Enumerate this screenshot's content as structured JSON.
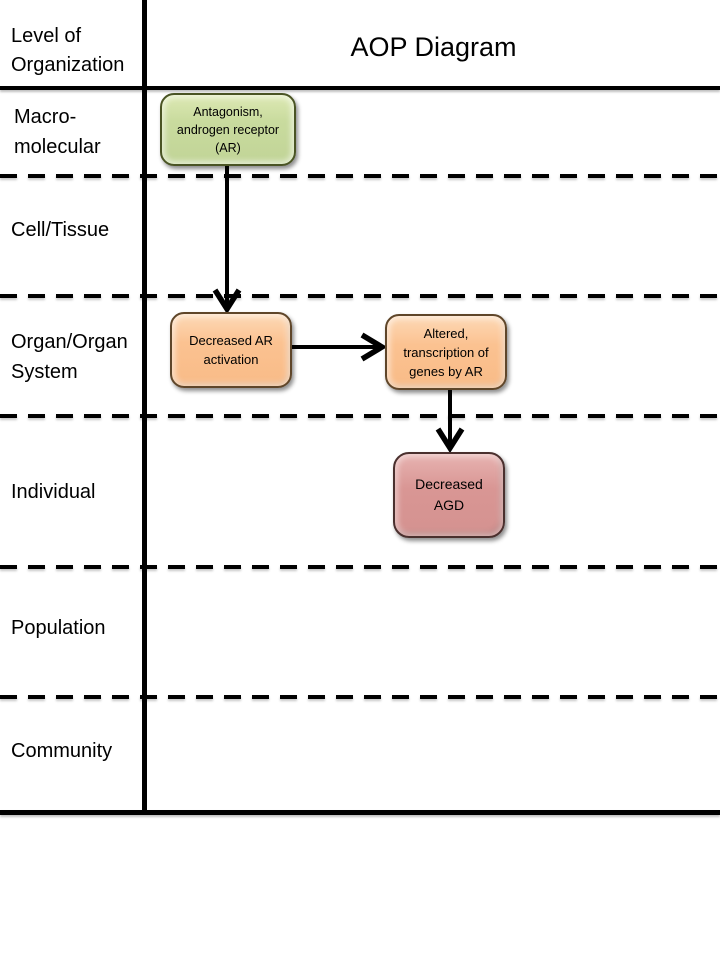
{
  "header": {
    "org_label": "Level of\nOrganization",
    "title": "AOP Diagram"
  },
  "levels": [
    {
      "label": "Macro-\nmolecular"
    },
    {
      "label": "Cell/Tissue"
    },
    {
      "label": "Organ/Organ\nSystem"
    },
    {
      "label": "Individual"
    },
    {
      "label": "Population"
    },
    {
      "label": "Community"
    }
  ],
  "nodes": [
    {
      "id": "antagonism-ar",
      "label": "Antagonism,\nandrogen receptor\n(AR)",
      "level": "Macro-molecular",
      "type": "green"
    },
    {
      "id": "decreased-ar-activation",
      "label": "Decreased AR\nactivation",
      "level": "Organ/Organ System",
      "type": "orange"
    },
    {
      "id": "altered-transcription",
      "label": "Altered,\ntranscription of\ngenes by AR",
      "level": "Organ/Organ System",
      "type": "orange"
    },
    {
      "id": "decreased-agd",
      "label": "Decreased\nAGD",
      "level": "Individual",
      "type": "pink"
    }
  ],
  "edges": [
    {
      "from": "antagonism-ar",
      "to": "decreased-ar-activation"
    },
    {
      "from": "decreased-ar-activation",
      "to": "altered-transcription"
    },
    {
      "from": "altered-transcription",
      "to": "decreased-agd"
    }
  ],
  "colors": {
    "line": "#000000",
    "green_fill": "#c9db9e",
    "green_border": "#4a5424",
    "orange_fill": "#fbc291",
    "orange_border": "#5f462a",
    "pink_fill": "#d99694",
    "pink_border": "#4a302e"
  }
}
